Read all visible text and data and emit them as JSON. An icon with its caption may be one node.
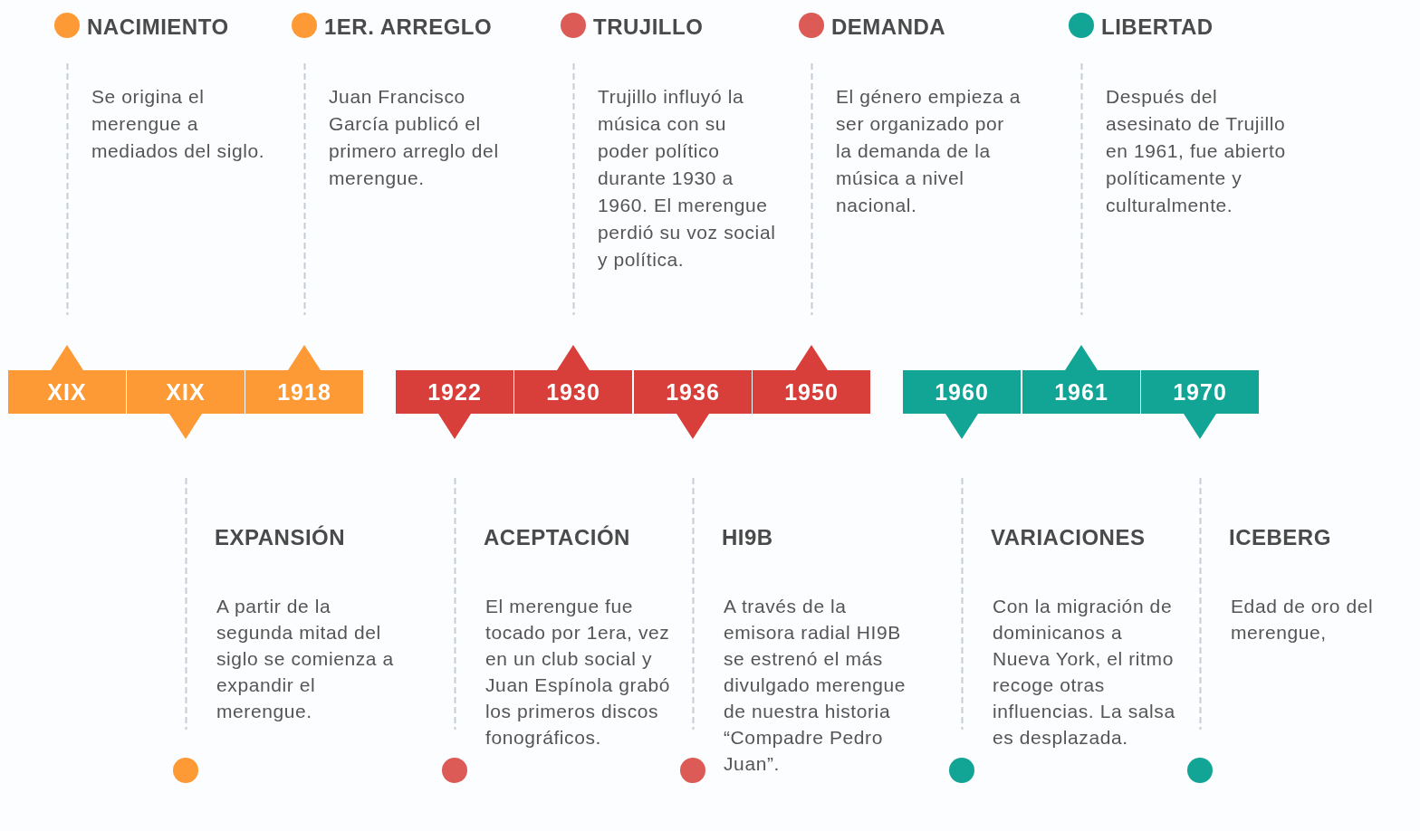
{
  "diagram": {
    "nodes": [
      {
        "text": [
          "XIX"
        ],
        "beside": [
          "NACIMIENTO",
          "Se origina el merengue a mediados del siglo."
        ]
      },
      {
        "text": [
          "XIX"
        ],
        "beside": [
          "EXPANSIÓN",
          "A partir de la segunda mitad del siglo se comienza a expandir el merengue."
        ]
      },
      {
        "text": [
          "1918"
        ],
        "beside": [
          "1ER. ARREGLO",
          "Juan Francisco García publicó el primero arreglo del merengue."
        ]
      },
      {
        "text": [
          "1922"
        ],
        "beside": [
          "ACEPTACIÓN",
          "El merengue fue tocado por 1era, vez en un club social y Juan Espínola grabó los primeros discos fonográficos."
        ]
      },
      {
        "text": [
          "1930"
        ],
        "beside": [
          "TRUJILLO",
          "Trujillo influyó la música con su poder político durante 1930 a 1960. El merengue perdió su voz social y política."
        ]
      },
      {
        "text": [
          "1936"
        ],
        "beside": [
          "HI9B",
          "A través de la emisora radial HI9B se estrenó el más divulgado merengue de nuestra historia “Compadre Pedro Juan”."
        ]
      },
      {
        "text": [
          "1950"
        ],
        "beside": [
          "DEMANDA",
          "El género empieza a ser organizado por la demanda de la música a nivel nacional."
        ]
      },
      {
        "text": [
          "1960"
        ],
        "beside": [
          "VARIACIONES",
          "Con la migración de dominicanos a Nueva York, el ritmo recoge otras influencias. La salsa es desplazada."
        ]
      },
      {
        "text": [
          "1961"
        ],
        "beside": [
          "LIBERTAD",
          "Después del asesinato de Trujillo en 1961, fue abierto políticamente y culturalmente."
        ]
      },
      {
        "text": [
          "1970"
        ],
        "beside": [
          "ICEBERG",
          "Edad de oro del merengue,"
        ]
      }
    ]
  }
}
